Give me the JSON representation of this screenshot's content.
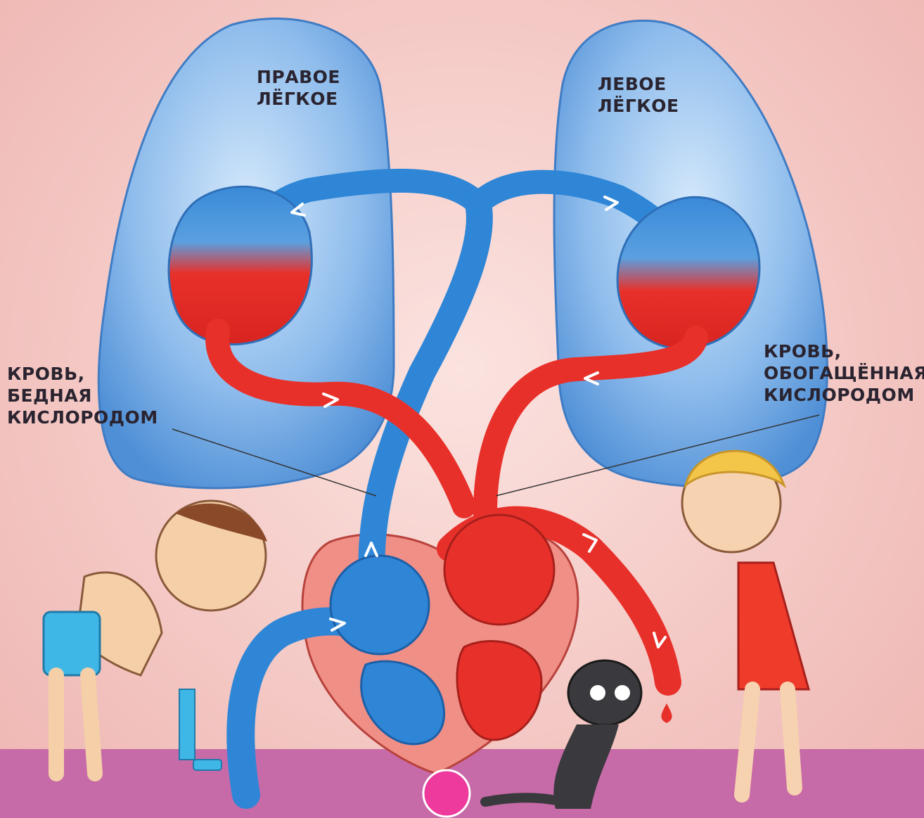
{
  "labels": {
    "right_lung": "ПРАВОЕ\nЛЁГКОЕ",
    "left_lung": "ЛЕВОЕ\nЛЁГКОЕ",
    "blood_poor": "КРОВЬ,\nБЕДНАЯ\nКИСЛОРОДОМ",
    "blood_rich": "КРОВЬ,\nОБОГАЩЁННАЯ\nКИСЛОРОДОМ"
  },
  "colors": {
    "oxygen_poor": "#2f86d6",
    "oxygen_rich": "#e8302a",
    "lung": "#6fa8e4",
    "floor": "#c76aa8",
    "marker": "#ee3a9c"
  }
}
